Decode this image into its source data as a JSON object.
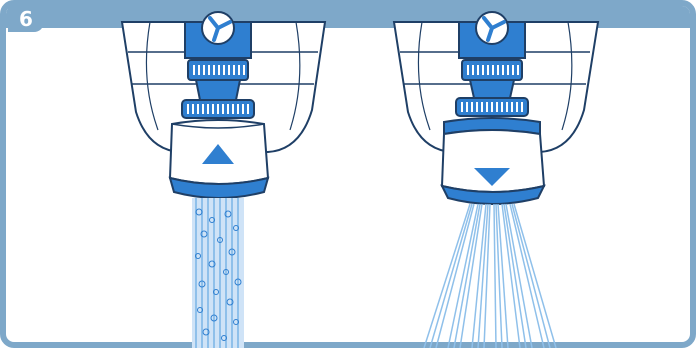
{
  "step": {
    "number": "6"
  },
  "colors": {
    "frame": "#7ea8c9",
    "aerator_blue": "#2f7fd0",
    "outline": "#1f3f66",
    "water_light": "#cfe3f7",
    "water_stream": "#8fc0ea",
    "white": "#ffffff"
  },
  "panels": [
    {
      "id": "left",
      "mode_indicator": "triangle-up-icon",
      "water_output": "straight-aerated-stream"
    },
    {
      "id": "right",
      "mode_indicator": "triangle-down-icon",
      "water_output": "wide-spray"
    }
  ]
}
